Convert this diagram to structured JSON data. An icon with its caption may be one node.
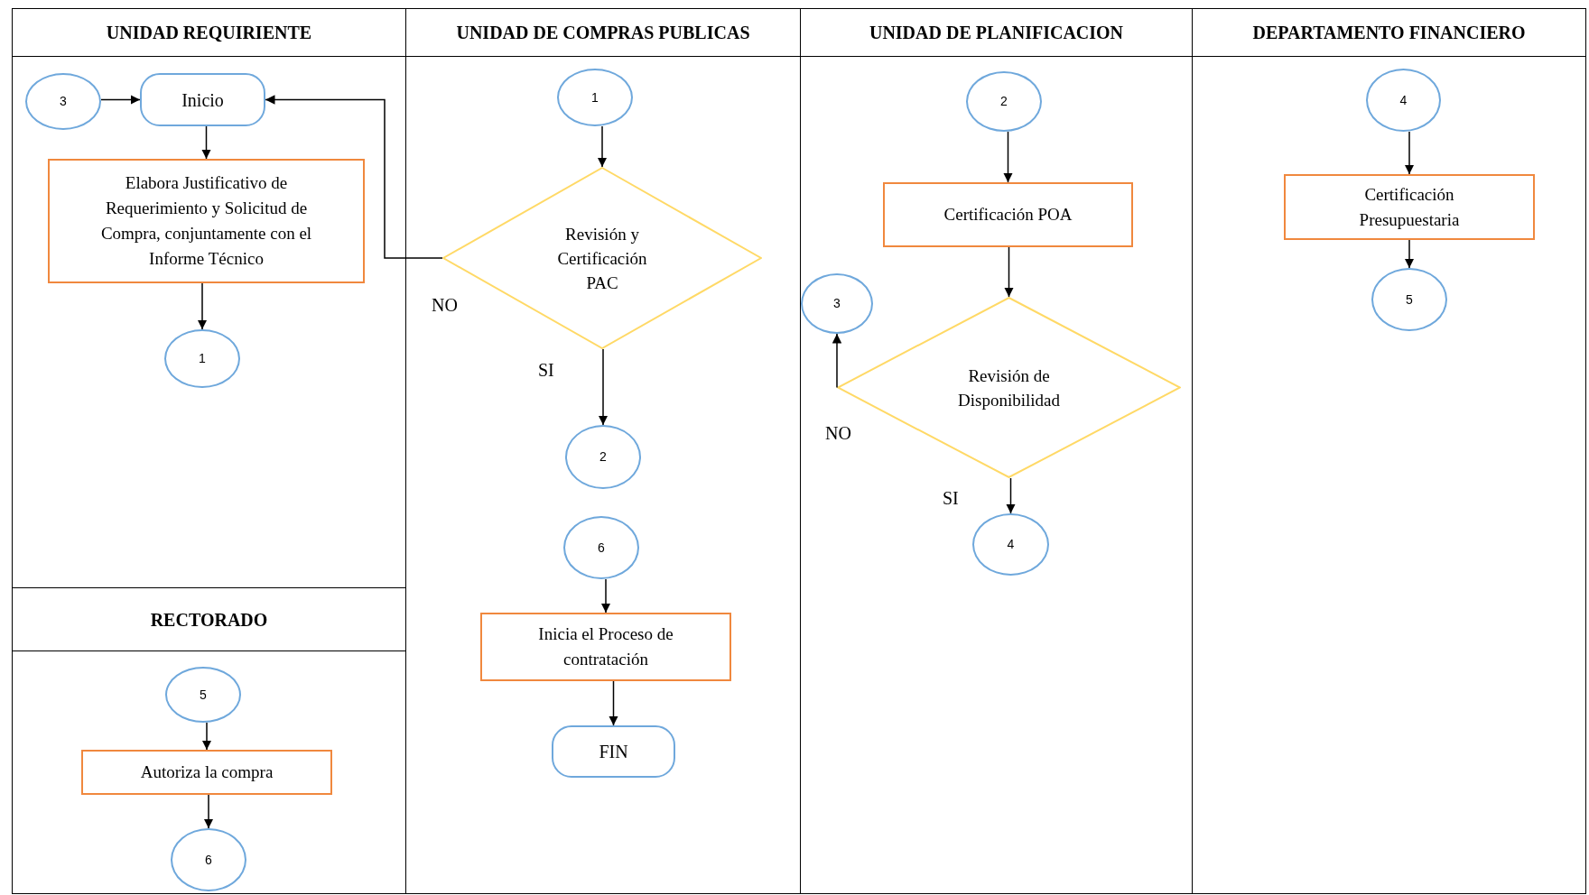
{
  "diagram": {
    "nodes": [
      {
        "text": [
          "UNIDAD REQUIRIENTE"
        ]
      },
      {
        "text": [
          "UNIDAD DE COMPRAS PUBLICAS"
        ]
      },
      {
        "text": [
          "UNIDAD DE PLANIFICACION"
        ]
      },
      {
        "text": [
          "DEPARTAMENTO FINANCIERO"
        ]
      },
      {
        "text": [
          "RECTORADO"
        ]
      },
      {
        "text": [
          "3"
        ],
        "in": 0
      },
      {
        "text": [
          "Inicio"
        ],
        "in": 0
      },
      {
        "text": [
          "Elabora Justificativo de Requerimiento y Solicitud de Compra, conjuntamente con el Informe Técnico"
        ],
        "in": 0
      },
      {
        "text": [
          "1"
        ],
        "in": 0
      },
      {
        "text": [
          "1"
        ],
        "in": 1
      },
      {
        "text": [
          "Revisión y Certificación PAC"
        ],
        "in": 1
      },
      {
        "text": [
          "2"
        ],
        "in": 1
      },
      {
        "text": [
          "6"
        ],
        "in": 1
      },
      {
        "text": [
          "Inicia el Proceso de contratación"
        ],
        "in": 1
      },
      {
        "text": [
          "FIN"
        ],
        "in": 1
      },
      {
        "text": [
          "2"
        ],
        "in": 2
      },
      {
        "text": [
          "Certificación POA"
        ],
        "in": 2
      },
      {
        "text": [
          "3"
        ],
        "in": 2
      },
      {
        "text": [
          "Revisión de Disponibilidad"
        ],
        "in": 2
      },
      {
        "text": [
          "4"
        ],
        "in": 2
      },
      {
        "text": [
          "4"
        ],
        "in": 3
      },
      {
        "text": [
          "Certificación Presupuestaria"
        ],
        "in": 3
      },
      {
        "text": [
          "5"
        ],
        "in": 3
      },
      {
        "text": [
          "5"
        ],
        "in": 4
      },
      {
        "text": [
          "Autoriza la compra"
        ],
        "in": 4
      },
      {
        "text": [
          "6"
        ],
        "in": 4
      }
    ],
    "edges": [
      {
        "from": 5,
        "to": 6,
        "arrow": "to"
      },
      {
        "from": 6,
        "to": 7,
        "arrow": "to"
      },
      {
        "from": 7,
        "to": 8,
        "arrow": "to"
      },
      {
        "from": 9,
        "to": 10,
        "arrow": "to"
      },
      {
        "from": 10,
        "to": 6,
        "arrow": "to",
        "label": "NO"
      },
      {
        "from": 10,
        "to": 11,
        "arrow": "to",
        "label": "SI"
      },
      {
        "from": 12,
        "to": 13,
        "arrow": "to"
      },
      {
        "from": 13,
        "to": 14,
        "arrow": "to"
      },
      {
        "from": 15,
        "to": 16,
        "arrow": "to"
      },
      {
        "from": 16,
        "to": 18,
        "arrow": "to"
      },
      {
        "from": 18,
        "to": 17,
        "arrow": "to",
        "label": "NO"
      },
      {
        "from": 18,
        "to": 19,
        "arrow": "to",
        "label": "SI"
      },
      {
        "from": 20,
        "to": 21,
        "arrow": "to"
      },
      {
        "from": 21,
        "to": 22,
        "arrow": "to"
      },
      {
        "from": 23,
        "to": 24,
        "arrow": "to"
      },
      {
        "from": 24,
        "to": 25,
        "arrow": "to"
      }
    ]
  }
}
